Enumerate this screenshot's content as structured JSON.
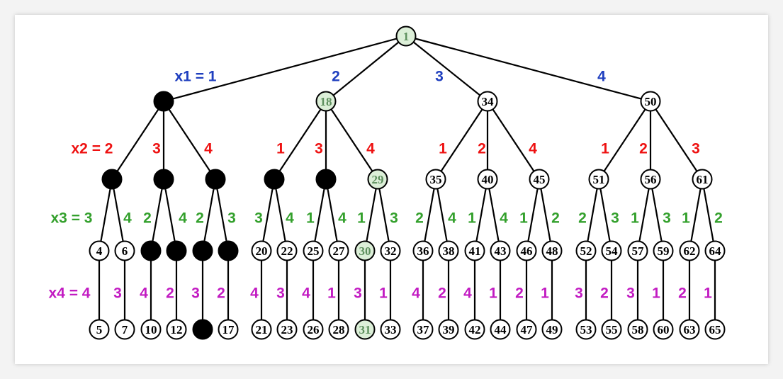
{
  "colors": {
    "x1": "#1f3fbf",
    "x2": "#ee1111",
    "x3": "#33a02c",
    "x4": "#c21bc2",
    "highlight_fill": "#dcefd8",
    "highlight_text": "#5d8f5d",
    "filled": "#000000",
    "empty": "#ffffff"
  },
  "level_labels": {
    "x1": "x1 = 1",
    "x2": "x2 = 2",
    "x3": "x3 = 3",
    "x4": "x4 = 4"
  },
  "nodes": [
    {
      "id": "n1",
      "label": "1",
      "state": "highlight"
    },
    {
      "id": "n2",
      "label": "",
      "state": "filled"
    },
    {
      "id": "n18",
      "label": "18",
      "state": "highlight"
    },
    {
      "id": "n34",
      "label": "34",
      "state": "empty"
    },
    {
      "id": "n50",
      "label": "50",
      "state": "empty"
    },
    {
      "id": "n3",
      "label": "",
      "state": "filled"
    },
    {
      "id": "n8",
      "label": "",
      "state": "filled"
    },
    {
      "id": "n13",
      "label": "",
      "state": "filled"
    },
    {
      "id": "n19",
      "label": "",
      "state": "filled"
    },
    {
      "id": "n24",
      "label": "",
      "state": "filled"
    },
    {
      "id": "n29",
      "label": "29",
      "state": "highlight"
    },
    {
      "id": "n35",
      "label": "35",
      "state": "empty"
    },
    {
      "id": "n40",
      "label": "40",
      "state": "empty"
    },
    {
      "id": "n45",
      "label": "45",
      "state": "empty"
    },
    {
      "id": "n51",
      "label": "51",
      "state": "empty"
    },
    {
      "id": "n56",
      "label": "56",
      "state": "empty"
    },
    {
      "id": "n61",
      "label": "61",
      "state": "empty"
    },
    {
      "id": "n4",
      "label": "4",
      "state": "empty"
    },
    {
      "id": "n6",
      "label": "6",
      "state": "empty"
    },
    {
      "id": "n9",
      "label": "",
      "state": "filled"
    },
    {
      "id": "n11",
      "label": "",
      "state": "filled"
    },
    {
      "id": "n14",
      "label": "",
      "state": "filled"
    },
    {
      "id": "n16",
      "label": "",
      "state": "filled"
    },
    {
      "id": "n20",
      "label": "20",
      "state": "empty"
    },
    {
      "id": "n22",
      "label": "22",
      "state": "empty"
    },
    {
      "id": "n25",
      "label": "25",
      "state": "empty"
    },
    {
      "id": "n27",
      "label": "27",
      "state": "empty"
    },
    {
      "id": "n30",
      "label": "30",
      "state": "highlight"
    },
    {
      "id": "n32",
      "label": "32",
      "state": "empty"
    },
    {
      "id": "n36",
      "label": "36",
      "state": "empty"
    },
    {
      "id": "n38",
      "label": "38",
      "state": "empty"
    },
    {
      "id": "n41",
      "label": "41",
      "state": "empty"
    },
    {
      "id": "n43",
      "label": "43",
      "state": "empty"
    },
    {
      "id": "n46",
      "label": "46",
      "state": "empty"
    },
    {
      "id": "n48",
      "label": "48",
      "state": "empty"
    },
    {
      "id": "n52",
      "label": "52",
      "state": "empty"
    },
    {
      "id": "n54",
      "label": "54",
      "state": "empty"
    },
    {
      "id": "n57",
      "label": "57",
      "state": "empty"
    },
    {
      "id": "n59",
      "label": "59",
      "state": "empty"
    },
    {
      "id": "n62",
      "label": "62",
      "state": "empty"
    },
    {
      "id": "n64",
      "label": "64",
      "state": "empty"
    },
    {
      "id": "n5",
      "label": "5",
      "state": "empty"
    },
    {
      "id": "n7",
      "label": "7",
      "state": "empty"
    },
    {
      "id": "n10",
      "label": "10",
      "state": "empty"
    },
    {
      "id": "n12",
      "label": "12",
      "state": "empty"
    },
    {
      "id": "n15",
      "label": "",
      "state": "filled"
    },
    {
      "id": "n17",
      "label": "17",
      "state": "empty"
    },
    {
      "id": "n21",
      "label": "21",
      "state": "empty"
    },
    {
      "id": "n23",
      "label": "23",
      "state": "empty"
    },
    {
      "id": "n26",
      "label": "26",
      "state": "empty"
    },
    {
      "id": "n28",
      "label": "28",
      "state": "empty"
    },
    {
      "id": "n31",
      "label": "31",
      "state": "highlight"
    },
    {
      "id": "n33",
      "label": "33",
      "state": "empty"
    },
    {
      "id": "n37",
      "label": "37",
      "state": "empty"
    },
    {
      "id": "n39",
      "label": "39",
      "state": "empty"
    },
    {
      "id": "n42",
      "label": "42",
      "state": "empty"
    },
    {
      "id": "n44",
      "label": "44",
      "state": "empty"
    },
    {
      "id": "n47",
      "label": "47",
      "state": "empty"
    },
    {
      "id": "n49",
      "label": "49",
      "state": "empty"
    },
    {
      "id": "n53",
      "label": "53",
      "state": "empty"
    },
    {
      "id": "n55",
      "label": "55",
      "state": "empty"
    },
    {
      "id": "n58",
      "label": "58",
      "state": "empty"
    },
    {
      "id": "n60",
      "label": "60",
      "state": "empty"
    },
    {
      "id": "n63",
      "label": "63",
      "state": "empty"
    },
    {
      "id": "n65",
      "label": "65",
      "state": "empty"
    }
  ],
  "edges": [
    {
      "from": "n1",
      "to": "n2",
      "level": "x1",
      "label": "",
      "level_label": true
    },
    {
      "from": "n1",
      "to": "n18",
      "level": "x1",
      "label": "2"
    },
    {
      "from": "n1",
      "to": "n34",
      "level": "x1",
      "label": "3"
    },
    {
      "from": "n1",
      "to": "n50",
      "level": "x1",
      "label": "4"
    },
    {
      "from": "n2",
      "to": "n3",
      "level": "x2",
      "label": "",
      "level_label": true
    },
    {
      "from": "n2",
      "to": "n8",
      "level": "x2",
      "label": "3"
    },
    {
      "from": "n2",
      "to": "n13",
      "level": "x2",
      "label": "4"
    },
    {
      "from": "n18",
      "to": "n19",
      "level": "x2",
      "label": "1"
    },
    {
      "from": "n18",
      "to": "n24",
      "level": "x2",
      "label": "3"
    },
    {
      "from": "n18",
      "to": "n29",
      "level": "x2",
      "label": "4"
    },
    {
      "from": "n34",
      "to": "n35",
      "level": "x2",
      "label": "1"
    },
    {
      "from": "n34",
      "to": "n40",
      "level": "x2",
      "label": "2"
    },
    {
      "from": "n34",
      "to": "n45",
      "level": "x2",
      "label": "4"
    },
    {
      "from": "n50",
      "to": "n51",
      "level": "x2",
      "label": "1"
    },
    {
      "from": "n50",
      "to": "n56",
      "level": "x2",
      "label": "2"
    },
    {
      "from": "n50",
      "to": "n61",
      "level": "x2",
      "label": "3"
    },
    {
      "from": "n3",
      "to": "n4",
      "level": "x3",
      "label": "",
      "level_label": true
    },
    {
      "from": "n3",
      "to": "n6",
      "level": "x3",
      "label": "4"
    },
    {
      "from": "n8",
      "to": "n9",
      "level": "x3",
      "label": "2"
    },
    {
      "from": "n8",
      "to": "n11",
      "level": "x3",
      "label": "4"
    },
    {
      "from": "n13",
      "to": "n14",
      "level": "x3",
      "label": "2"
    },
    {
      "from": "n13",
      "to": "n16",
      "level": "x3",
      "label": "3"
    },
    {
      "from": "n19",
      "to": "n20",
      "level": "x3",
      "label": "3"
    },
    {
      "from": "n19",
      "to": "n22",
      "level": "x3",
      "label": "4"
    },
    {
      "from": "n24",
      "to": "n25",
      "level": "x3",
      "label": "1"
    },
    {
      "from": "n24",
      "to": "n27",
      "level": "x3",
      "label": "4"
    },
    {
      "from": "n29",
      "to": "n30",
      "level": "x3",
      "label": "1"
    },
    {
      "from": "n29",
      "to": "n32",
      "level": "x3",
      "label": "3"
    },
    {
      "from": "n35",
      "to": "n36",
      "level": "x3",
      "label": "2"
    },
    {
      "from": "n35",
      "to": "n38",
      "level": "x3",
      "label": "4"
    },
    {
      "from": "n40",
      "to": "n41",
      "level": "x3",
      "label": "1"
    },
    {
      "from": "n40",
      "to": "n43",
      "level": "x3",
      "label": "4"
    },
    {
      "from": "n45",
      "to": "n46",
      "level": "x3",
      "label": "1"
    },
    {
      "from": "n45",
      "to": "n48",
      "level": "x3",
      "label": "2"
    },
    {
      "from": "n51",
      "to": "n52",
      "level": "x3",
      "label": "2"
    },
    {
      "from": "n51",
      "to": "n54",
      "level": "x3",
      "label": "3"
    },
    {
      "from": "n56",
      "to": "n57",
      "level": "x3",
      "label": "1"
    },
    {
      "from": "n56",
      "to": "n59",
      "level": "x3",
      "label": "3"
    },
    {
      "from": "n61",
      "to": "n62",
      "level": "x3",
      "label": "1"
    },
    {
      "from": "n61",
      "to": "n64",
      "level": "x3",
      "label": "2"
    },
    {
      "from": "n4",
      "to": "n5",
      "level": "x4",
      "label": "",
      "level_label": true
    },
    {
      "from": "n6",
      "to": "n7",
      "level": "x4",
      "label": "3"
    },
    {
      "from": "n9",
      "to": "n10",
      "level": "x4",
      "label": "4"
    },
    {
      "from": "n11",
      "to": "n12",
      "level": "x4",
      "label": "2"
    },
    {
      "from": "n14",
      "to": "n15",
      "level": "x4",
      "label": "3"
    },
    {
      "from": "n16",
      "to": "n17",
      "level": "x4",
      "label": "2"
    },
    {
      "from": "n20",
      "to": "n21",
      "level": "x4",
      "label": "4"
    },
    {
      "from": "n22",
      "to": "n23",
      "level": "x4",
      "label": "3"
    },
    {
      "from": "n25",
      "to": "n26",
      "level": "x4",
      "label": "4"
    },
    {
      "from": "n27",
      "to": "n28",
      "level": "x4",
      "label": "1"
    },
    {
      "from": "n30",
      "to": "n31",
      "level": "x4",
      "label": "3"
    },
    {
      "from": "n32",
      "to": "n33",
      "level": "x4",
      "label": "1"
    },
    {
      "from": "n36",
      "to": "n37",
      "level": "x4",
      "label": "4"
    },
    {
      "from": "n38",
      "to": "n39",
      "level": "x4",
      "label": "2"
    },
    {
      "from": "n41",
      "to": "n42",
      "level": "x4",
      "label": "4"
    },
    {
      "from": "n43",
      "to": "n44",
      "level": "x4",
      "label": "1"
    },
    {
      "from": "n46",
      "to": "n47",
      "level": "x4",
      "label": "2"
    },
    {
      "from": "n48",
      "to": "n49",
      "level": "x4",
      "label": "1"
    },
    {
      "from": "n52",
      "to": "n53",
      "level": "x4",
      "label": "3"
    },
    {
      "from": "n54",
      "to": "n55",
      "level": "x4",
      "label": "2"
    },
    {
      "from": "n57",
      "to": "n58",
      "level": "x4",
      "label": "3"
    },
    {
      "from": "n59",
      "to": "n60",
      "level": "x4",
      "label": "1"
    },
    {
      "from": "n62",
      "to": "n63",
      "level": "x4",
      "label": "2"
    },
    {
      "from": "n64",
      "to": "n65",
      "level": "x4",
      "label": "1"
    }
  ]
}
